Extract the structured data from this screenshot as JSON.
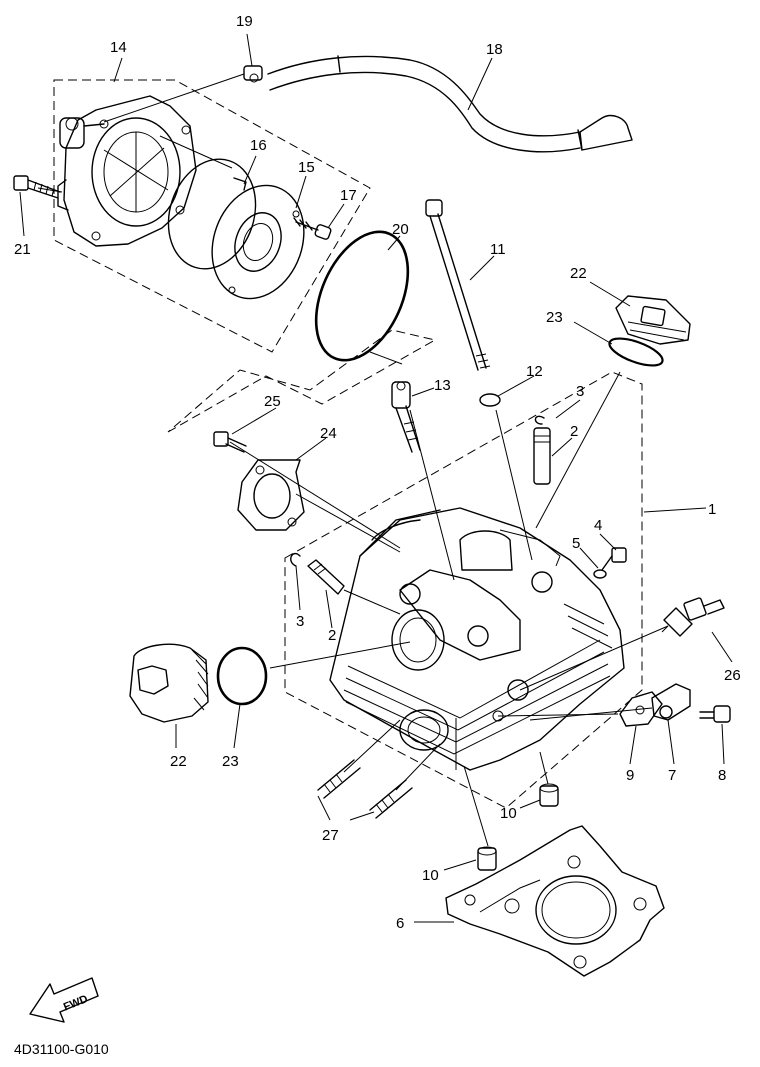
{
  "diagram_code": "4D31100-G010",
  "fwd_label": "FWD",
  "callouts": [
    "19",
    "14",
    "18",
    "16",
    "15",
    "17",
    "21",
    "20",
    "11",
    "22",
    "23",
    "12",
    "13",
    "3",
    "25",
    "24",
    "2",
    "1",
    "4",
    "5",
    "3",
    "2",
    "26",
    "22",
    "23",
    "9",
    "7",
    "8",
    "10",
    "27",
    "10",
    "6"
  ]
}
